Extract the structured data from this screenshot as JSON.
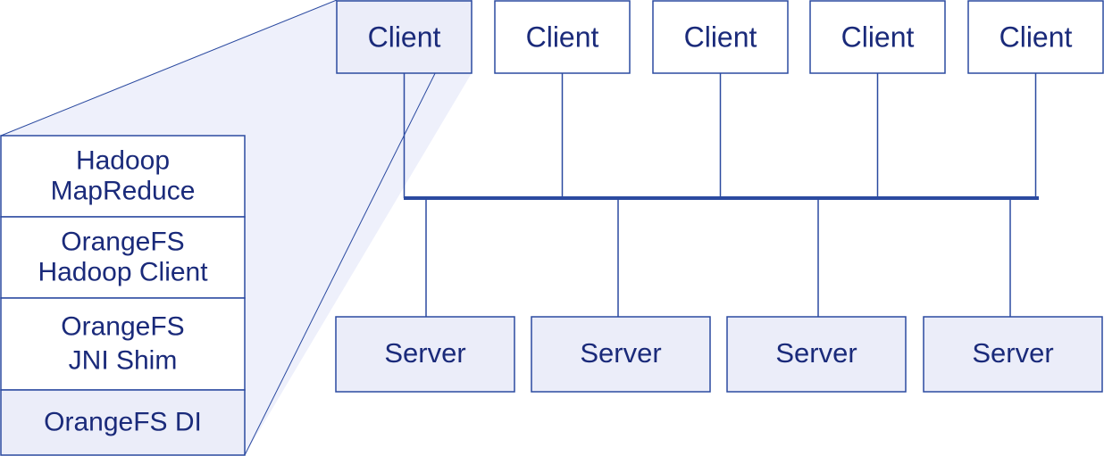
{
  "colors": {
    "stroke": "#2b4aa0",
    "text": "#1a2a7a",
    "fill_white": "#ffffff",
    "fill_light": "#ebedf9",
    "zoom_fill": "#eef0fb"
  },
  "clients": [
    {
      "label": "Client"
    },
    {
      "label": "Client"
    },
    {
      "label": "Client"
    },
    {
      "label": "Client"
    },
    {
      "label": "Client"
    }
  ],
  "servers": [
    {
      "label": "Server"
    },
    {
      "label": "Server"
    },
    {
      "label": "Server"
    },
    {
      "label": "Server"
    }
  ],
  "stack": [
    {
      "lines": [
        "Hadoop",
        "MapReduce"
      ]
    },
    {
      "lines": [
        "OrangeFS",
        "Hadoop Client"
      ]
    },
    {
      "lines": [
        "OrangeFS",
        "JNI Shim"
      ]
    },
    {
      "lines": [
        "OrangeFS DI"
      ]
    }
  ]
}
